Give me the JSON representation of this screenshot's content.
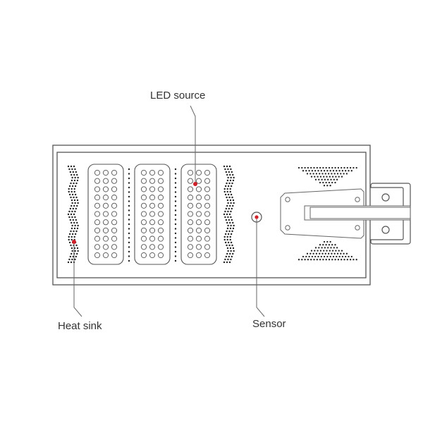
{
  "labels": {
    "led_source": "LED source",
    "heat_sink": "Heat sink",
    "sensor": "Sensor"
  },
  "colors": {
    "stroke": "#555555",
    "marker": "#d0202a",
    "dot": "#222222"
  }
}
